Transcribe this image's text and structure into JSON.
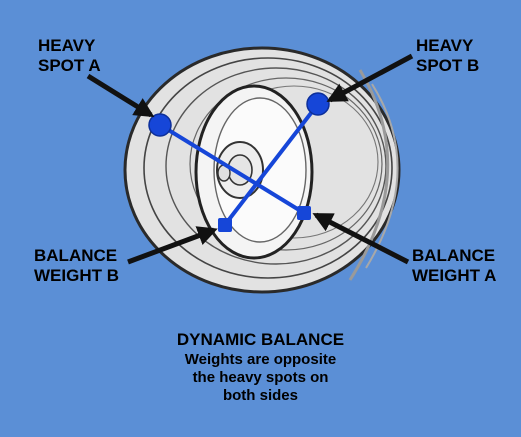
{
  "labels": {
    "heavy_spot_a": "HEAVY\nSPOT A",
    "heavy_spot_b": "HEAVY\nSPOT B",
    "balance_weight_b": "BALANCE\nWEIGHT B",
    "balance_weight_a": "BALANCE\nWEIGHT A"
  },
  "caption": {
    "title": "DYNAMIC BALANCE",
    "line1": "Weights are opposite",
    "line2": "the heavy spots on",
    "line3": "both sides"
  },
  "colors": {
    "background": "#5b8fd6",
    "marker": "#1646d8",
    "tire": "#e3e3e3",
    "outline": "#2a2a2a",
    "arrow": "#111111"
  }
}
